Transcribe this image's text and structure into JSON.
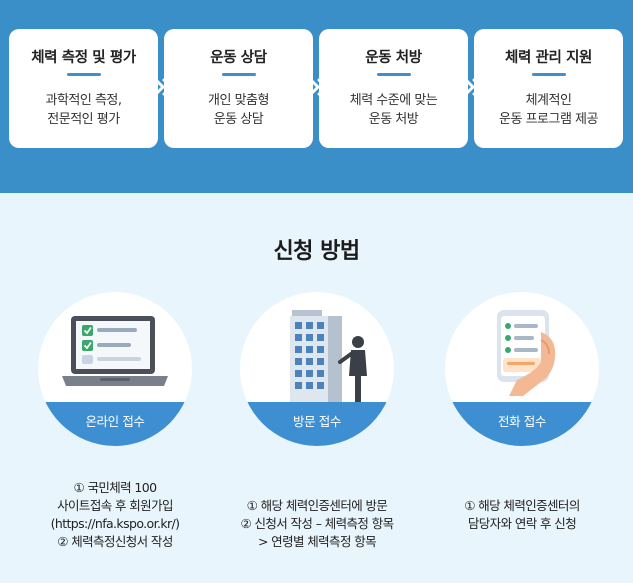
{
  "steps": [
    {
      "title": "체력 측정 및 평가",
      "desc": "과학적인 측정,\n전문적인 평가"
    },
    {
      "title": "운동 상담",
      "desc": "개인 맞춤형\n운동 상담"
    },
    {
      "title": "운동 처방",
      "desc": "체력 수준에 맞는\n운동 처방"
    },
    {
      "title": "체력 관리 지원",
      "desc": "체계적인\n운동 프로그램 제공"
    }
  ],
  "section_title": "신청 방법",
  "methods": [
    {
      "label": "온라인 접수",
      "lines": [
        "① 국민체력 100",
        "사이트접속 후 회원가입",
        "(https://nfa.kspo.or.kr/)",
        "② 체력측정신청서 작성"
      ]
    },
    {
      "label": "방문 접수",
      "lines": [
        "① 해당 체력인증센터에 방문",
        "② 신청서 작성 – 체력측정 항목",
        "> 연령별 체력측정 항목"
      ]
    },
    {
      "label": "전화 접수",
      "lines": [
        "① 해당 체력인증센터의",
        "담당자와 연락 후 신청"
      ]
    }
  ],
  "colors": {
    "band": "#3b8fc9",
    "accent": "#3d8fd1",
    "background": "#e9f5fc"
  },
  "icons": [
    "laptop-checklist-icon",
    "building-visitor-icon",
    "phone-checklist-icon",
    "chevron-double-right-icon"
  ]
}
